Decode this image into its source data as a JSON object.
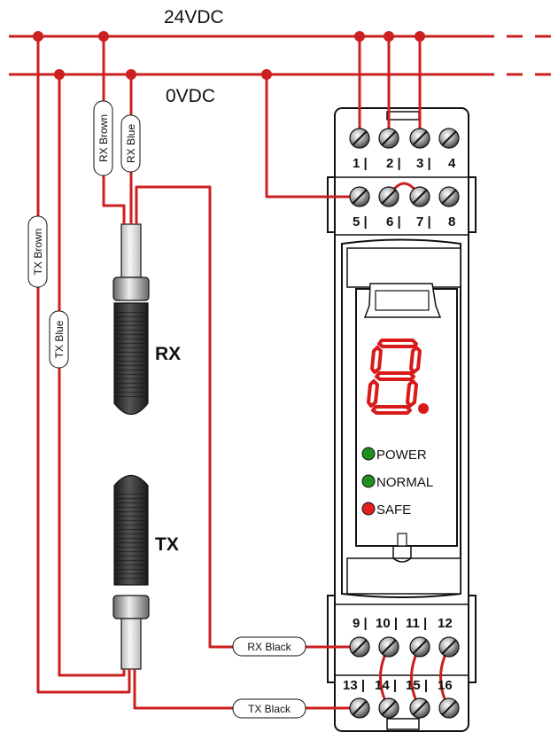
{
  "rails": {
    "positive_label": "24VDC",
    "negative_label": "0VDC"
  },
  "wire_tags": {
    "rx_brown": "RX Brown",
    "rx_blue": "RX Blue",
    "tx_brown": "TX Brown",
    "tx_blue": "TX Blue",
    "rx_black": "RX Black",
    "tx_black": "TX Black"
  },
  "sensors": {
    "receiver": "RX",
    "transmitter": "TX"
  },
  "terminals": {
    "row1": [
      "1 |",
      "2 |",
      "3 |",
      "4"
    ],
    "row2": [
      "5 |",
      "6 |",
      "7 |",
      "8"
    ],
    "row3": [
      "9 |",
      "10 |",
      "11 |",
      "12"
    ],
    "row4": [
      "13 |",
      "14 |",
      "15 |",
      "16"
    ]
  },
  "leds": [
    {
      "label": "POWER",
      "color": "#1f8f1f"
    },
    {
      "label": "NORMAL",
      "color": "#1f8f1f"
    },
    {
      "label": "SAFE",
      "color": "#e02020"
    }
  ],
  "display_digit": "8.",
  "colors": {
    "wire": "#cc1f1f",
    "enclosure_fill": "#ffffff",
    "enclosure_stroke": "#111111"
  }
}
